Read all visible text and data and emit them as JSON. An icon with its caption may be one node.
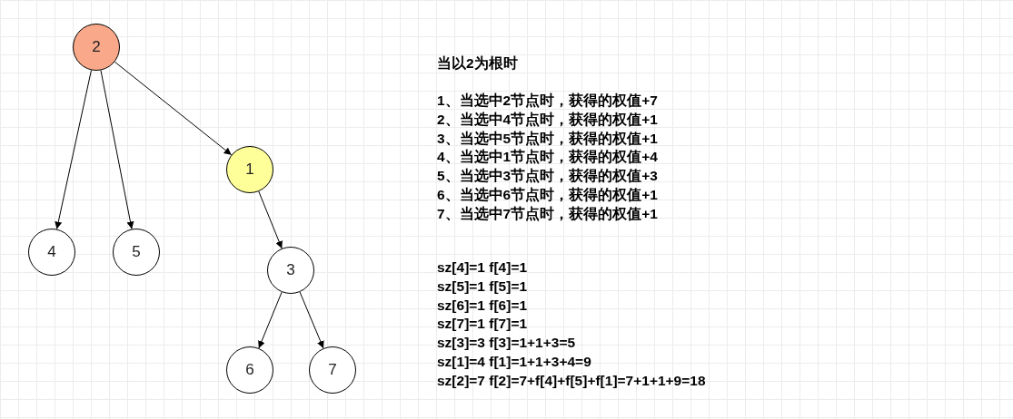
{
  "diagram": {
    "nodes": [
      {
        "text": [
          "2"
        ]
      },
      {
        "text": [
          "1"
        ]
      },
      {
        "text": [
          "4"
        ]
      },
      {
        "text": [
          "5"
        ]
      },
      {
        "text": [
          "3"
        ]
      },
      {
        "text": [
          "6"
        ]
      },
      {
        "text": [
          "7"
        ]
      }
    ],
    "edges": [
      {
        "from": 0,
        "to": 2,
        "arrow": "to"
      },
      {
        "from": 0,
        "to": 3,
        "arrow": "to"
      },
      {
        "from": 0,
        "to": 1,
        "arrow": "to"
      },
      {
        "from": 1,
        "to": 4,
        "arrow": "to"
      },
      {
        "from": 4,
        "to": 5,
        "arrow": "to"
      },
      {
        "from": 4,
        "to": 6,
        "arrow": "to"
      }
    ],
    "labels": [
      "当以2为根时",
      "1、当选中2节点时，获得的权值+7",
      "2、当选中4节点时，获得的权值+1",
      "3、当选中5节点时，获得的权值+1",
      "4、当选中1节点时，获得的权值+4",
      "5、当选中3节点时，获得的权值+3",
      "6、当选中6节点时，获得的权值+1",
      "7、当选中7节点时，获得的权值+1",
      "sz[4]=1 f[4]=1",
      "sz[5]=1 f[5]=1",
      "sz[6]=1 f[6]=1",
      "sz[7]=1 f[7]=1",
      "sz[3]=3 f[3]=1+1+3=5",
      "sz[1]=4 f[1]=1+1+3+4=9",
      "sz[2]=7 f[2]=7+f[4]+f[5]+f[1]=7+1+1+9=18"
    ]
  }
}
